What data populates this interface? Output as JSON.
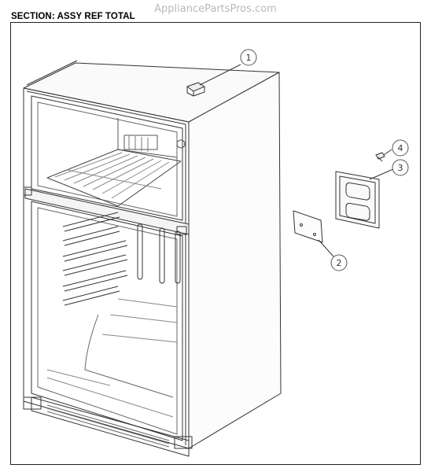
{
  "watermark": "AppliancePartsPros.com",
  "section_title": "SECTION: ASSY REF TOTAL",
  "callouts": [
    {
      "label": "1"
    },
    {
      "label": "2"
    },
    {
      "label": "3"
    },
    {
      "label": "4"
    }
  ]
}
